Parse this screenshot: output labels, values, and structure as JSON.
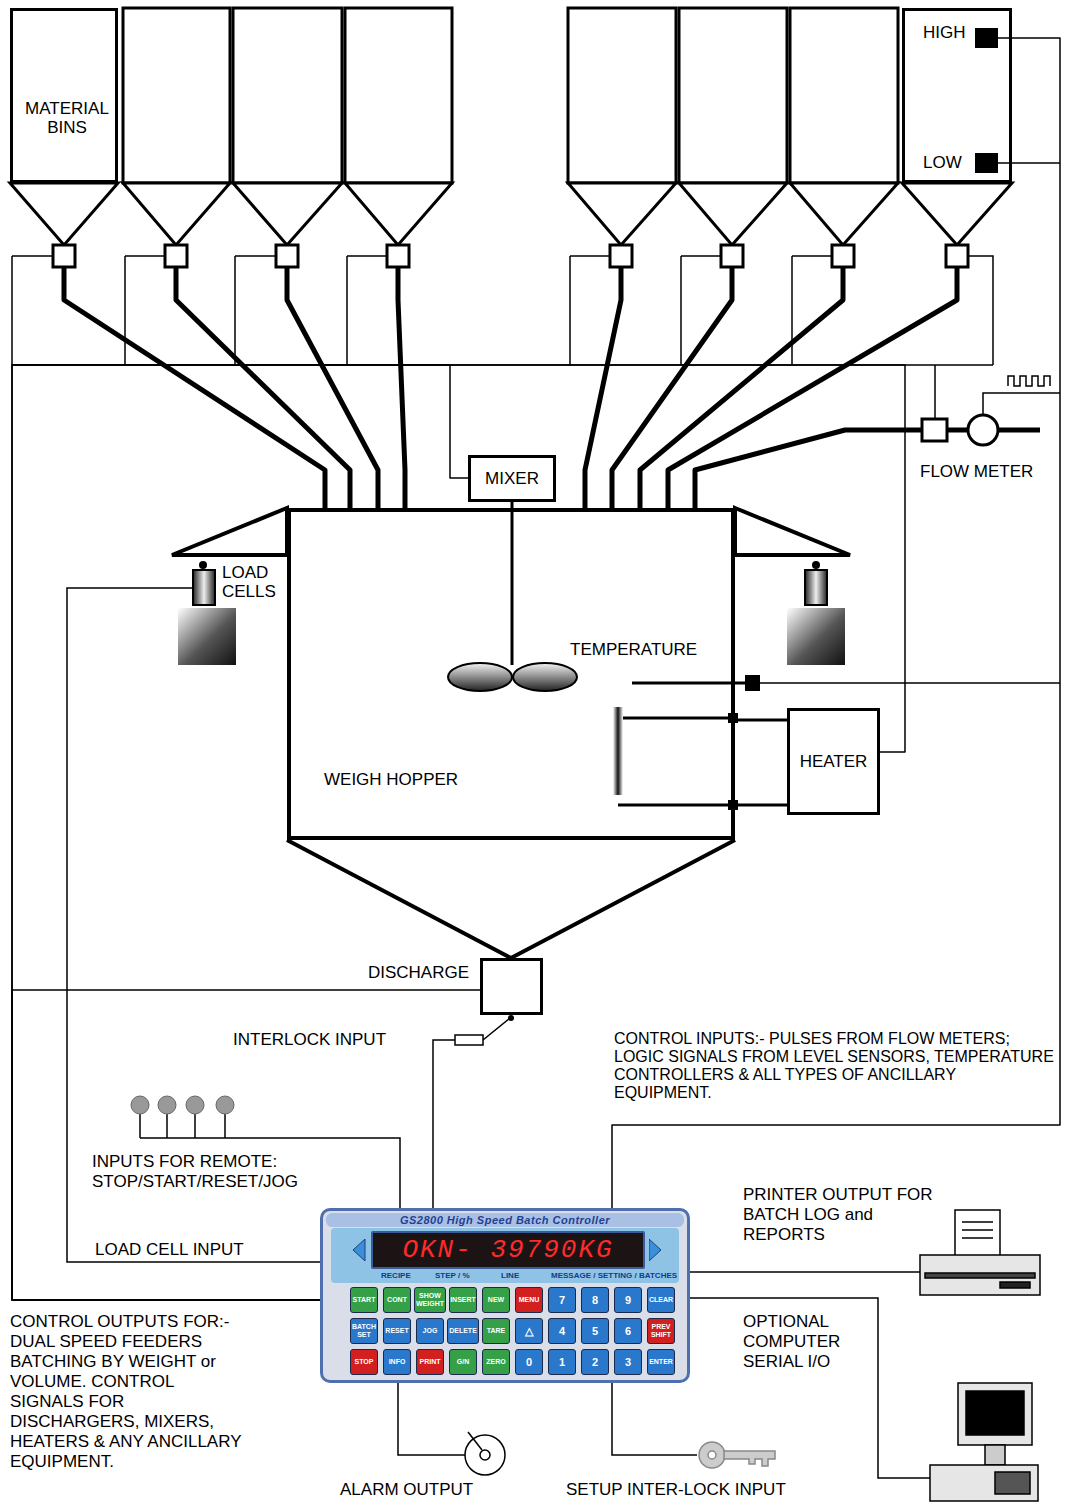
{
  "diagram": {
    "nodes": [
      {
        "text": [
          "MATERIAL BINS"
        ]
      },
      {
        "text": [
          "HIGH",
          "LOW"
        ]
      },
      {
        "text": [
          "MIXER"
        ]
      },
      {
        "text": [
          "WEIGH HOPPER"
        ]
      },
      {
        "text": [
          "HEATER"
        ]
      },
      {
        "text": [
          "DISCHARGE"
        ]
      },
      {
        "text": [
          "GS2800 High Speed Batch Controller",
          "RECIPE",
          "STEP / %",
          "LINE",
          "MESSAGE / SETTING / BATCHES"
        ]
      },
      {
        "text": [
          "OKN- 39790KG"
        ],
        "in": 6
      },
      {
        "text": [
          "START"
        ],
        "in": 6
      },
      {
        "text": [
          "CONT"
        ],
        "in": 6
      },
      {
        "text": [
          "SHOW WEIGHT"
        ],
        "in": 6
      },
      {
        "text": [
          "INSERT"
        ],
        "in": 6
      },
      {
        "text": [
          "NEW"
        ],
        "in": 6
      },
      {
        "text": [
          "MENU"
        ],
        "in": 6
      },
      {
        "text": [
          "7"
        ],
        "in": 6
      },
      {
        "text": [
          "8"
        ],
        "in": 6
      },
      {
        "text": [
          "9"
        ],
        "in": 6
      },
      {
        "text": [
          "CLEAR"
        ],
        "in": 6
      },
      {
        "text": [
          "BATCH SET"
        ],
        "in": 6
      },
      {
        "text": [
          "RESET"
        ],
        "in": 6
      },
      {
        "text": [
          "JOG"
        ],
        "in": 6
      },
      {
        "text": [
          "DELETE"
        ],
        "in": 6
      },
      {
        "text": [
          "TARE"
        ],
        "in": 6
      },
      {
        "text": [
          "△"
        ],
        "in": 6
      },
      {
        "text": [
          "4"
        ],
        "in": 6
      },
      {
        "text": [
          "5"
        ],
        "in": 6
      },
      {
        "text": [
          "6"
        ],
        "in": 6
      },
      {
        "text": [
          "PREV SHIFT"
        ],
        "in": 6
      },
      {
        "text": [
          "STOP"
        ],
        "in": 6
      },
      {
        "text": [
          "INFO"
        ],
        "in": 6
      },
      {
        "text": [
          "PRINT"
        ],
        "in": 6
      },
      {
        "text": [
          "G/N"
        ],
        "in": 6
      },
      {
        "text": [
          "ZERO"
        ],
        "in": 6
      },
      {
        "text": [
          "0"
        ],
        "in": 6
      },
      {
        "text": [
          "1"
        ],
        "in": 6
      },
      {
        "text": [
          "2"
        ],
        "in": 6
      },
      {
        "text": [
          "3"
        ],
        "in": 6
      },
      {
        "text": [
          "ENTER"
        ],
        "in": 6
      }
    ],
    "edges": [
      {
        "from": 0,
        "to": 3,
        "arrow": "none"
      },
      {
        "from": 1,
        "to": 3,
        "arrow": "none"
      },
      {
        "from": 4,
        "to": 3,
        "arrow": "none"
      },
      {
        "from": 6,
        "to": 5,
        "arrow": "none"
      },
      {
        "from": 6,
        "to": 2,
        "arrow": "none"
      },
      {
        "from": 6,
        "to": 4,
        "arrow": "none"
      },
      {
        "from": 6,
        "to": 1,
        "arrow": "none"
      }
    ],
    "labels": [
      "LOAD CELLS",
      "TEMPERATURE",
      "FLOW METER",
      "INTERLOCK INPUT",
      "CONTROL INPUTS:- PULSES FROM FLOW METERS; LOGIC SIGNALS FROM LEVEL SENSORS, TEMPERATURE CONTROLLERS & ALL TYPES OF ANCILLARY EQUIPMENT.",
      "INPUTS FOR REMOTE: STOP/START/RESET/JOG",
      "LOAD CELL INPUT",
      "PRINTER OUTPUT FOR BATCH LOG and REPORTS",
      "CONTROL OUTPUTS FOR:- DUAL SPEED FEEDERS BATCHING BY WEIGHT or VOLUME. CONTROL SIGNALS FOR DISCHARGERS, MIXERS, HEATERS & ANY ANCILLARY EQUIPMENT.",
      "OPTIONAL COMPUTER SERIAL I/O",
      "ALARM OUTPUT",
      "SETUP INTER-LOCK INPUT"
    ]
  }
}
